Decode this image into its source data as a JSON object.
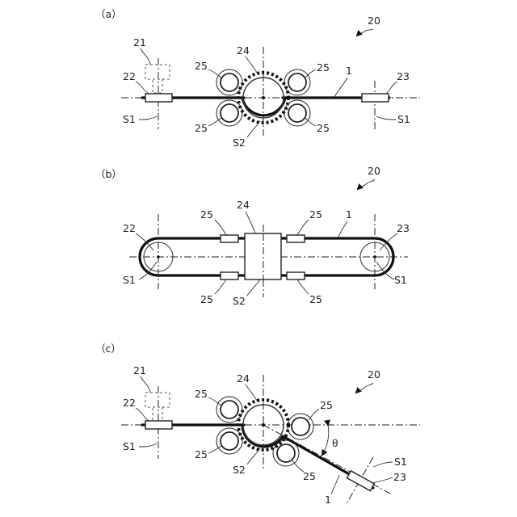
{
  "panels": [
    {
      "panel_label": "（a）",
      "labels": {
        "device": "20",
        "motor": "21",
        "left_holder": "22",
        "right_holder": "23",
        "drum": "24",
        "roller": "25",
        "belt": "1",
        "left_axis": "S1",
        "right_axis": "S1",
        "drum_axis": "S2"
      }
    },
    {
      "panel_label": "（b）",
      "labels": {
        "device": "20",
        "left_holder": "22",
        "right_holder": "23",
        "drum": "24",
        "roller": "25",
        "belt": "1",
        "left_axis": "S1",
        "right_axis": "S1",
        "drum_axis": "S2"
      }
    },
    {
      "panel_label": "（c）",
      "labels": {
        "device": "20",
        "motor": "21",
        "left_holder": "22",
        "right_holder": "23",
        "drum": "24",
        "roller": "25",
        "belt": "1",
        "left_axis": "S1",
        "right_axis": "S1",
        "drum_axis": "S2",
        "angle": "θ"
      }
    }
  ]
}
